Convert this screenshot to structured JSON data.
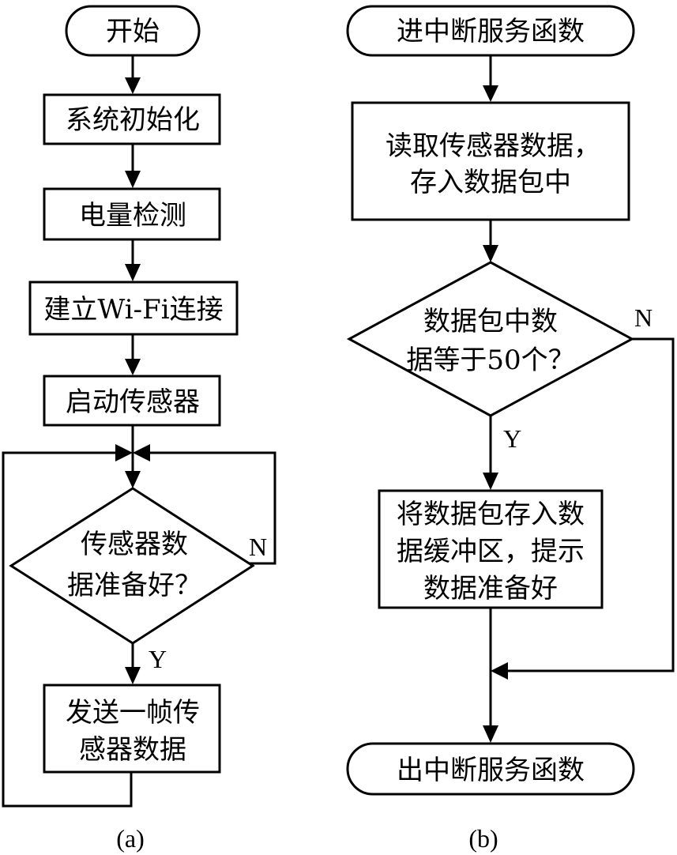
{
  "flowchart_a": {
    "start": "开始",
    "init": "系统初始化",
    "battery": "电量检测",
    "wifi": "建立Wi-Fi连接",
    "sensor_start": "启动传感器",
    "decision_line1": "传感器数",
    "decision_line2": "据准备好？",
    "no_label": "N",
    "yes_label": "Y",
    "send_line1": "发送一帧传",
    "send_line2": "感器数据",
    "caption": "(a)"
  },
  "flowchart_b": {
    "start": "进中断服务函数",
    "read_line1": "读取传感器数据，",
    "read_line2": "存入数据包中",
    "decision_line1": "数据包中数",
    "decision_line2": "据等于50个？",
    "no_label": "N",
    "yes_label": "Y",
    "store_line1": "将数据包存入数",
    "store_line2": "据缓冲区，提示",
    "store_line3": "数据准备好",
    "end": "出中断服务函数",
    "caption": "(b)"
  }
}
